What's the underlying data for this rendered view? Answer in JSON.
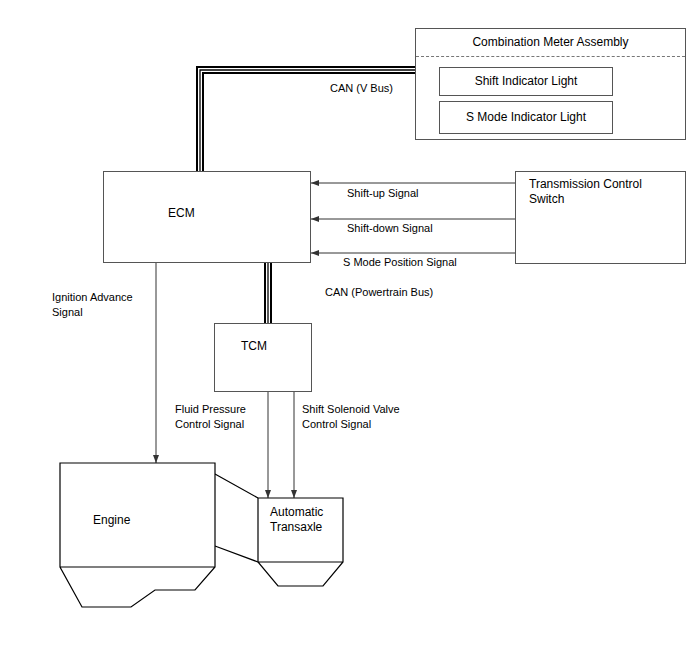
{
  "diagram": {
    "nodes": [
      {
        "text": [
          "Combination Meter Assembly"
        ]
      },
      {
        "text": [
          "Shift Indicator Light"
        ],
        "in": 0
      },
      {
        "text": [
          "S Mode Indicator Light"
        ],
        "in": 0
      },
      {
        "text": [
          "ECM"
        ]
      },
      {
        "text": [
          "Transmission Control Switch"
        ]
      },
      {
        "text": [
          "TCM"
        ]
      },
      {
        "text": [
          "Engine"
        ]
      },
      {
        "text": [
          "Automatic Transaxle"
        ]
      }
    ],
    "edges": [
      {
        "from": 3,
        "to": 0,
        "label": "CAN (V Bus)",
        "arrow": "none"
      },
      {
        "from": 4,
        "to": 3,
        "label": "Shift-up Signal",
        "arrow": "to"
      },
      {
        "from": 4,
        "to": 3,
        "label": "Shift-down Signal",
        "arrow": "to"
      },
      {
        "from": 4,
        "to": 3,
        "label": "S Mode Position Signal",
        "arrow": "to"
      },
      {
        "from": 3,
        "to": 5,
        "label": "CAN (Powertrain Bus)",
        "arrow": "none"
      },
      {
        "from": 3,
        "to": 6,
        "label": "Ignition Advance Signal",
        "arrow": "to"
      },
      {
        "from": 5,
        "to": 7,
        "label": "Fluid Pressure Control Signal",
        "arrow": "to"
      },
      {
        "from": 5,
        "to": 7,
        "label": "Shift Solenoid Valve Control Signal",
        "arrow": "to"
      }
    ]
  }
}
